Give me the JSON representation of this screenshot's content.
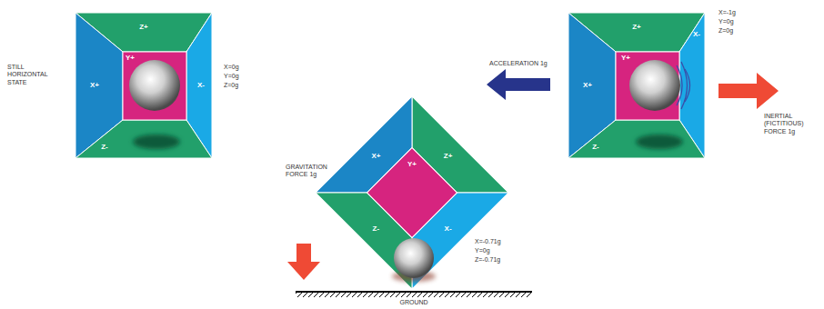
{
  "diagram": {
    "labels": [
      "STILL HORIZONTAL STATE",
      "Z+",
      "X+",
      "Y+",
      "X-",
      "Z-",
      "X=0g",
      "Y=0g",
      "Z=0g",
      "ACCELERATION 1g",
      "Z+",
      "X+",
      "Y+",
      "X-",
      "Z-",
      "X=-1g",
      "Y=0g",
      "Z=0g",
      "INERTIAL (FICTITIOUS) FORCE 1g",
      "GRAVITATION FORCE 1g",
      "Z+",
      "X+",
      "Y+",
      "X-",
      "Z-",
      "X=-0.71g",
      "Y=0g",
      "Z=-0.71g",
      "GROUND"
    ]
  }
}
